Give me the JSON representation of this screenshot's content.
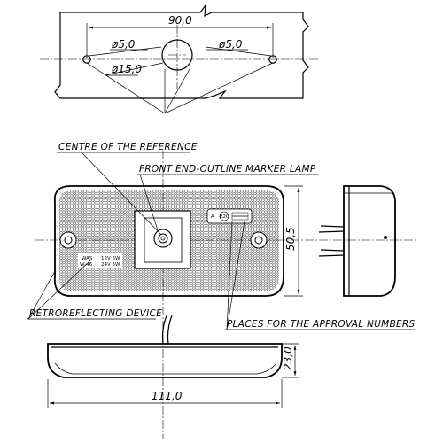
{
  "top_view": {
    "width_dim": "90,0",
    "hole_left_dim": "ø5,0",
    "hole_right_dim": "ø5,0",
    "center_hole_dim": "ø15,0"
  },
  "front_view": {
    "label_centre": "CENTRE OF THE REFERENCE",
    "label_lamp": "FRONT END-OUTLINE MARKER LAMP",
    "label_retro": "RETROREFLECTING DEVICE",
    "label_approval": "PLACES FOR THE APPROVAL NUMBERS",
    "height_dim": "50,5",
    "marking_a": "A",
    "marking_e": "E20",
    "marking_was": "WAS",
    "marking_w": "W-46",
    "marking_12v": "12V 6W",
    "marking_24v": "24V 6W"
  },
  "bottom_view": {
    "length_dim": "111,0",
    "height_dim": "23,0"
  }
}
